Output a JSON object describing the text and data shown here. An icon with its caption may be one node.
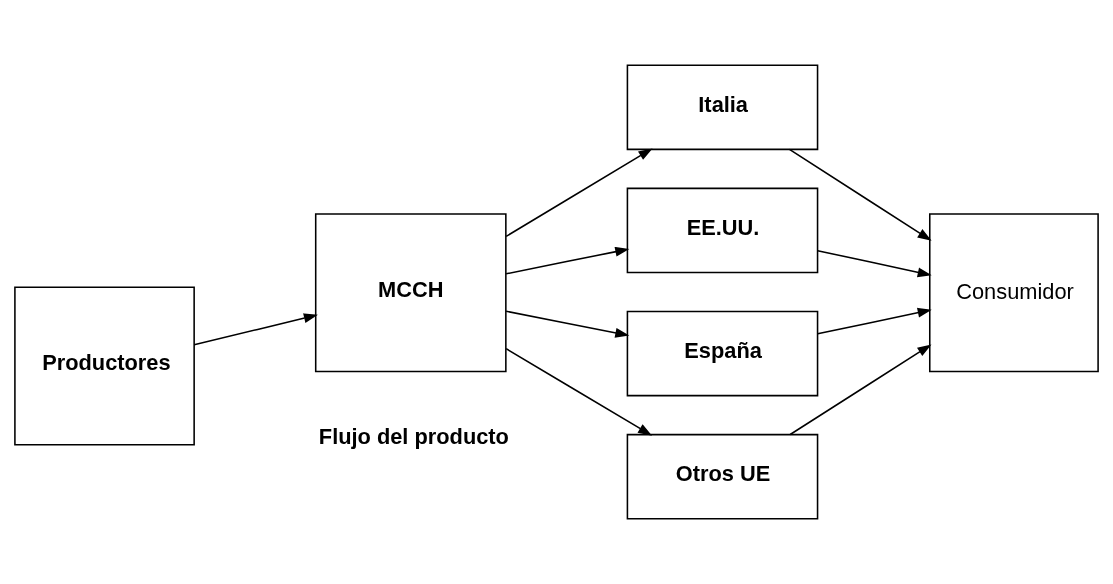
{
  "diagram": {
    "nodes": [
      {
        "text": [
          "Productores"
        ]
      },
      {
        "text": [
          "MCCH"
        ]
      },
      {
        "text": [
          "Italia"
        ]
      },
      {
        "text": [
          "EE.UU."
        ]
      },
      {
        "text": [
          "España"
        ]
      },
      {
        "text": [
          "Otros UE"
        ]
      },
      {
        "text": [
          "Consumidor"
        ]
      }
    ],
    "edges": [
      {
        "from": 0,
        "to": 1,
        "arrow": "to"
      },
      {
        "from": 1,
        "to": 2,
        "arrow": "to"
      },
      {
        "from": 1,
        "to": 3,
        "arrow": "to"
      },
      {
        "from": 1,
        "to": 4,
        "arrow": "to"
      },
      {
        "from": 1,
        "to": 5,
        "arrow": "to"
      },
      {
        "from": 2,
        "to": 6,
        "arrow": "to"
      },
      {
        "from": 3,
        "to": 6,
        "arrow": "to"
      },
      {
        "from": 4,
        "to": 6,
        "arrow": "to"
      },
      {
        "from": 5,
        "to": 6,
        "arrow": "to"
      }
    ],
    "legend": [
      {
        "text": "Flujo del producto"
      }
    ]
  }
}
